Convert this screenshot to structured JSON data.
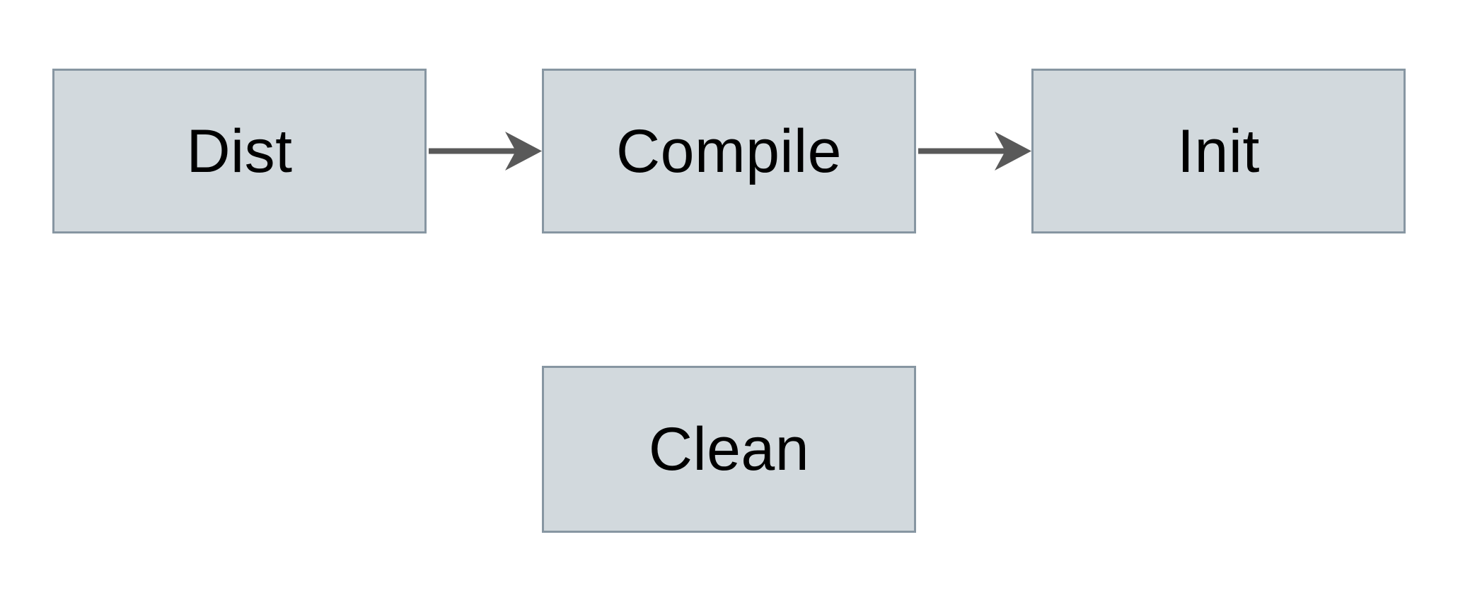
{
  "diagram": {
    "type": "flowchart",
    "background_color": "#ffffff",
    "node_fill_color": "#d2d9dd",
    "node_border_color": "#8796a2",
    "arrow_color": "#595959",
    "text_color": "#000000",
    "nodes": [
      {
        "id": "dist",
        "label": "Dist"
      },
      {
        "id": "compile",
        "label": "Compile"
      },
      {
        "id": "init",
        "label": "Init"
      },
      {
        "id": "clean",
        "label": "Clean"
      }
    ],
    "edges": [
      {
        "from": "dist",
        "to": "compile",
        "direction": "right"
      },
      {
        "from": "compile",
        "to": "init",
        "direction": "right"
      }
    ]
  }
}
